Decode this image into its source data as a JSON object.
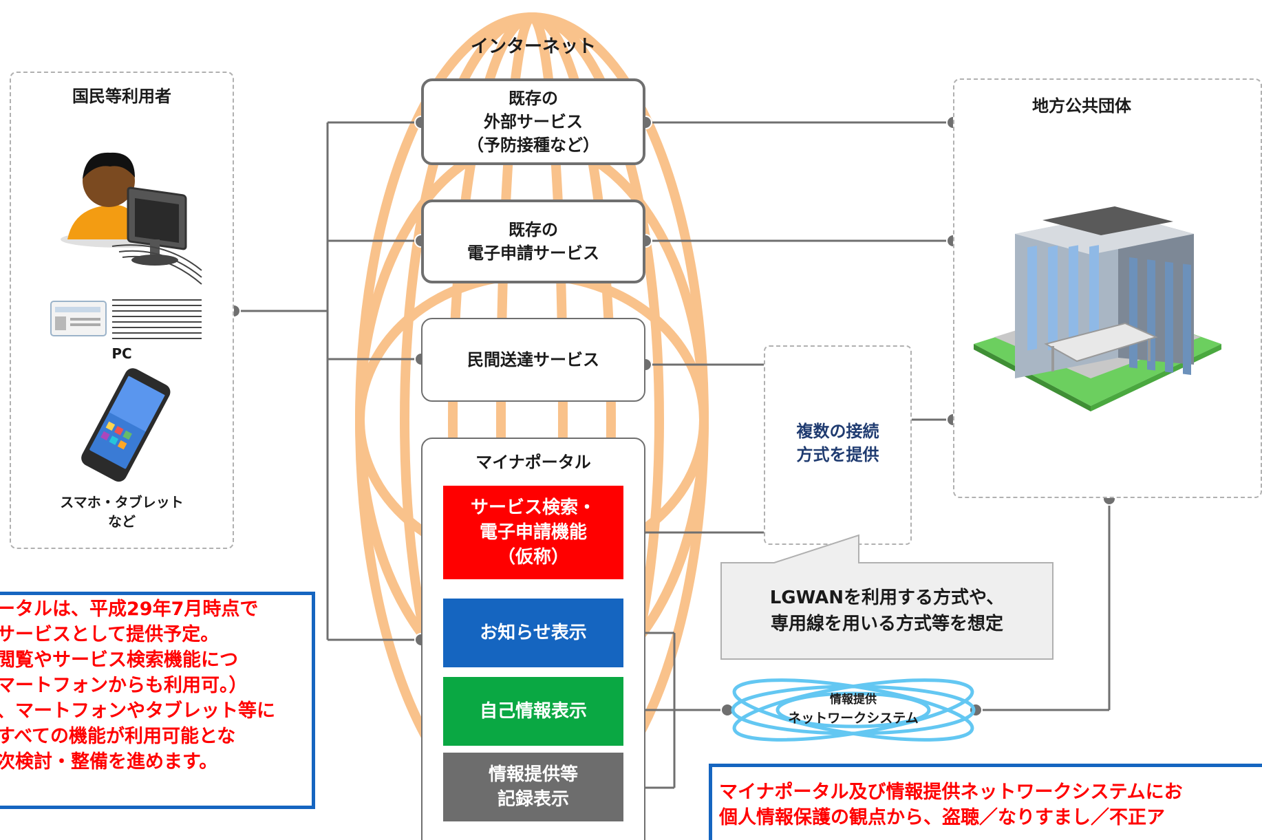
{
  "internet": {
    "label": "インターネット"
  },
  "users": {
    "title": "国民等利用者",
    "pc_label": "PC",
    "mobile_label_1": "スマホ・タブレット",
    "mobile_label_2": "など",
    "pc_icon": "user-at-pc-icon",
    "card_icon": "my-number-card-icon",
    "mobile_icon": "smartphone-icon"
  },
  "services": [
    {
      "lines": [
        "既存の",
        "外部サービス",
        "（予防接種など）"
      ]
    },
    {
      "lines": [
        "既存の",
        "電子申請サービス"
      ]
    },
    {
      "lines": [
        "民間送達サービス"
      ]
    }
  ],
  "myna_portal": {
    "title": "マイナポータル",
    "functions": [
      {
        "lines": [
          "サービス検索・",
          "電子申請機能",
          "（仮称）"
        ],
        "color": "#ff0000"
      },
      {
        "lines": [
          "お知らせ表示"
        ],
        "color": "#1565c0"
      },
      {
        "lines": [
          "自己情報表示"
        ],
        "color": "#0aa843"
      },
      {
        "lines": [
          "情報提供等",
          "記録表示"
        ],
        "color": "#6d6d6d"
      }
    ]
  },
  "local_gov": {
    "title": "地方公共団体",
    "icon": "government-building-icon"
  },
  "connection": {
    "lines": [
      "複数の接続",
      "方式を提供"
    ]
  },
  "callout": {
    "lines": [
      "LGWANを利用する方式や、",
      "専用線を用いる方式等を想定"
    ]
  },
  "network": {
    "line1": "情報提供",
    "line2": "ネットワークシステム"
  },
  "note_left": {
    "lines": [
      "ータルは、平成29年7月時点で",
      "サービスとして提供予定。",
      "閲覧やサービス検索機能につ",
      "マートフォンからも利用可。）",
      "、マートフォンやタブレット等に",
      "すべての機能が利用可能とな",
      "次検討・整備を進めます。"
    ]
  },
  "note_bottom": {
    "lines": [
      "マイナポータル及び情報提供ネットワークシステムにお",
      "個人情報保護の観点から、盗聴／なりすまし／不正ア"
    ]
  },
  "colors": {
    "orange": "#f9bf85",
    "line": "#6f6f6f",
    "blue_border": "#1565c0",
    "red_text": "#ff0000",
    "network_ring": "#63c7f2"
  }
}
